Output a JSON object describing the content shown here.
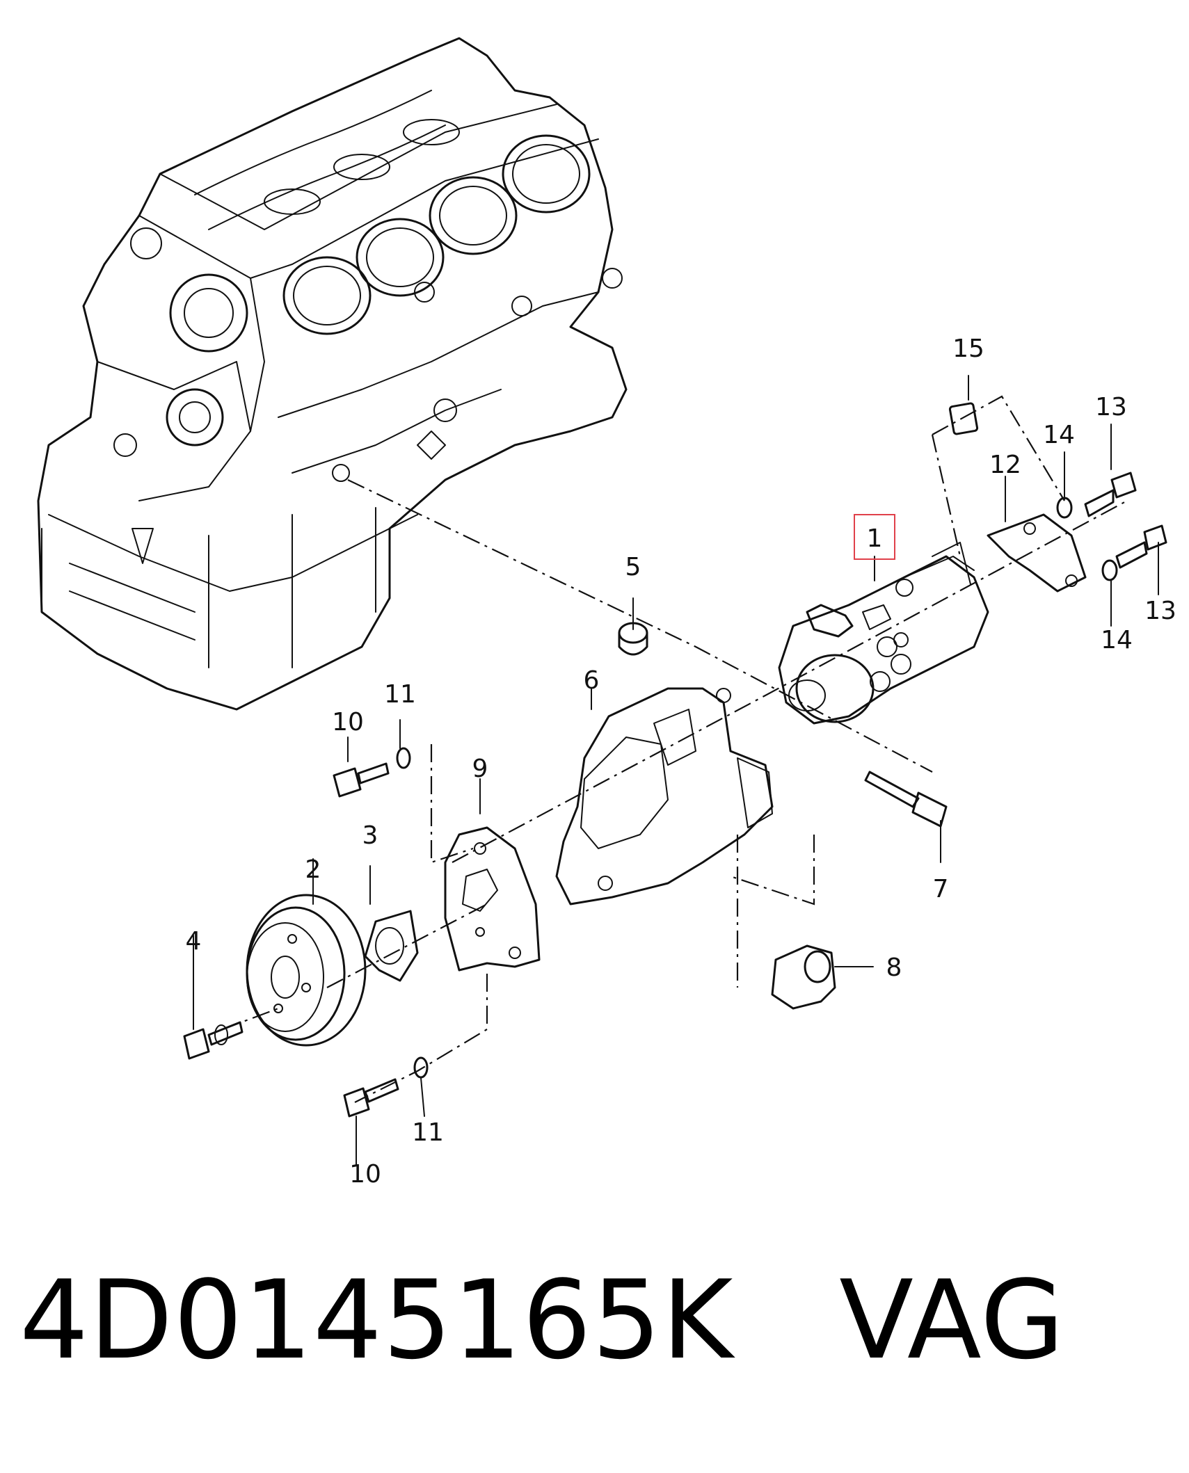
{
  "callouts": {
    "c1": "1",
    "c2": "2",
    "c3": "3",
    "c4": "4",
    "c5": "5",
    "c6": "6",
    "c7": "7",
    "c8": "8",
    "c9": "9",
    "c10a": "10",
    "c10b": "10",
    "c11a": "11",
    "c11b": "11",
    "c12": "12",
    "c13a": "13",
    "c13b": "13",
    "c14a": "14",
    "c14b": "14",
    "c15": "15"
  },
  "highlighted_callout": "1",
  "highlight_color": "#e0404a",
  "caption": {
    "part_number": "4D0145165K",
    "brand": "VAG"
  }
}
